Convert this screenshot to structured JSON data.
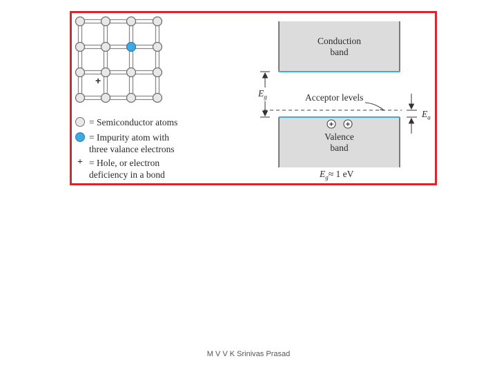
{
  "legend": {
    "semiconductor": "= Semiconductor atoms",
    "impurity_line1": "= Impurity atom with",
    "impurity_line2": "three valance electrons",
    "hole_symbol": "+",
    "hole_line1": "= Hole, or electron",
    "hole_line2": "deficiency in a bond"
  },
  "lattice": {
    "hole_marker": "+"
  },
  "band_diagram": {
    "conduction_line1": "Conduction",
    "conduction_line2": "band",
    "valence_line1": "Valence",
    "valence_line2": "band",
    "acceptor_label": "Acceptor levels",
    "eg_symbol": "E",
    "eg_subscript": "g",
    "ea_symbol": "E",
    "ea_subscript": "a",
    "gap_value": "≈ 1 eV",
    "hole_symbol": "+"
  },
  "footer": {
    "author": "M V V K Srinivas Prasad"
  },
  "colors": {
    "border": "#d8262e",
    "impurity": "#3fa9e6",
    "atom_fill": "#e8e8e8",
    "band_fill": "#dcdcdc",
    "band_edge": "#3fa9e6"
  }
}
